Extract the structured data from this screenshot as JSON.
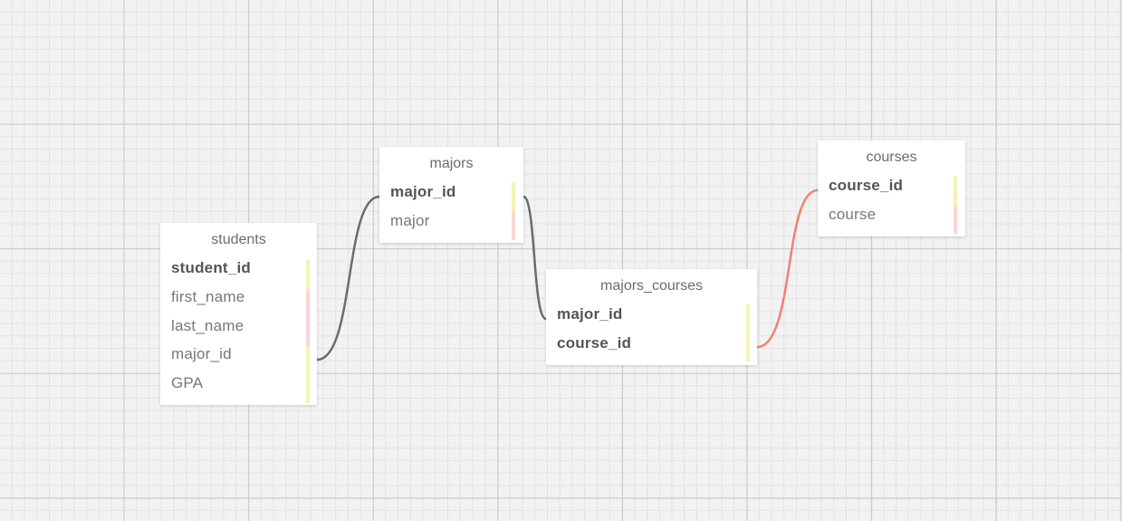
{
  "colors": {
    "link_dark": "#6b6b6b",
    "link_red": "#f08272",
    "key_bar": "#f3f3b6",
    "attr_bar": "#fbd6d6"
  },
  "tables": {
    "students": {
      "title": "students",
      "fields": [
        "student_id",
        "first_name",
        "last_name",
        "major_id",
        "GPA"
      ]
    },
    "majors": {
      "title": "majors",
      "fields": [
        "major_id",
        "major"
      ]
    },
    "majors_courses": {
      "title": "majors_courses",
      "fields": [
        "major_id",
        "course_id"
      ]
    },
    "courses": {
      "title": "courses",
      "fields": [
        "course_id",
        "course"
      ]
    }
  },
  "links": [
    {
      "from": "students.major_id",
      "to": "majors.major_id",
      "color": "dark"
    },
    {
      "from": "majors.major_id",
      "to": "majors_courses.major_id",
      "color": "dark"
    },
    {
      "from": "majors_courses.course_id",
      "to": "courses.course_id",
      "color": "red"
    }
  ]
}
